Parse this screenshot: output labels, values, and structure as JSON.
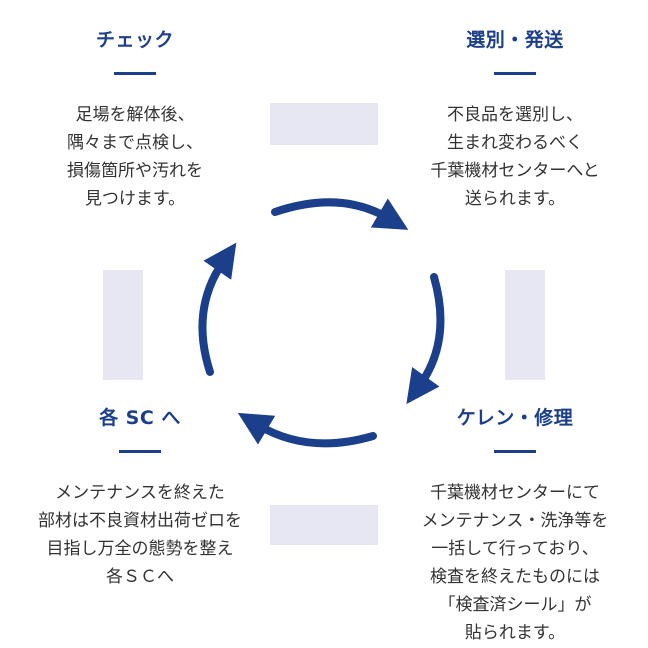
{
  "colors": {
    "accent": "#1b3f8b",
    "ring": "#e6e7f3",
    "body_text": "#333333"
  },
  "steps": [
    {
      "title": "チェック",
      "lines": [
        "足場を解体後、",
        "隅々まで点検し、",
        "損傷箇所や汚れを",
        "見つけます。"
      ]
    },
    {
      "title": "選別・発送",
      "lines": [
        "不良品を選別し、",
        "生まれ変わるべく",
        "千葉機材センターへと",
        "送られます。"
      ]
    },
    {
      "title": "ケレン・修理",
      "lines": [
        "千葉機材センターにて",
        "メンテナンス・洗浄等を",
        "一括して行っており、",
        "検査を終えたものには",
        "「検査済シール」が",
        "貼られます。"
      ]
    },
    {
      "title": "各 SC へ",
      "lines": [
        "メンテナンスを終えた",
        "部材は不良資材出荷ゼロを",
        "目指し万全の態勢を整え",
        "各ＳＣへ"
      ]
    }
  ]
}
